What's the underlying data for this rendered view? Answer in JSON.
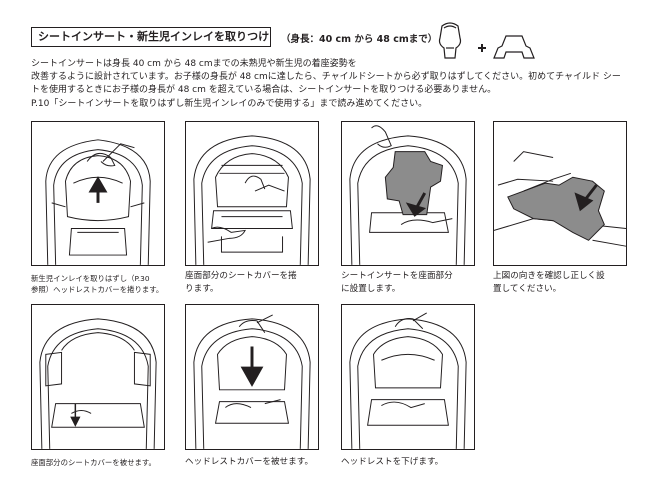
{
  "section": {
    "title": "シートインサート・新生児インレイを取りつける",
    "height_note": "（身長：40 cm から 48 cmまで）",
    "intro": [
      "シートインサートは身長 40 cm から 48 cmまでの未熟児や新生児の着座姿勢を",
      "改善するように設計されています。お子様の身長が 48 cmに達したら、チャイルドシートから必ず取りはずしてください。初めてチャイルド シー",
      "トを使用するときにお子様の身長が 48 cm を超えている場合は、シートインサートを取りつける必要ありません。",
      "P.10「シートインサートを取りはずし新生児インレイのみで使用する」まで読み進めてください。"
    ]
  },
  "icons": [
    "seat-insert-icon",
    "plus-icon",
    "newborn-inlay-icon"
  ],
  "steps": [
    {
      "caption": [
        "新生児インレイを取りはずし（P.30",
        "参照）ヘッドレストカバーを捲ります。"
      ]
    },
    {
      "caption": [
        "座面部分のシートカバーを捲",
        "ります。"
      ]
    },
    {
      "caption": [
        "シートインサートを座面部分",
        "に設置します。"
      ]
    },
    {
      "caption": [
        "上図の向きを確認し正しく設",
        "置してください。"
      ]
    },
    {
      "caption": [
        "座面部分のシートカバーを被せます。"
      ]
    },
    {
      "caption": [
        "ヘッドレストカバーを被せます。"
      ]
    },
    {
      "caption": [
        "ヘッドレストを下げます。"
      ]
    }
  ]
}
